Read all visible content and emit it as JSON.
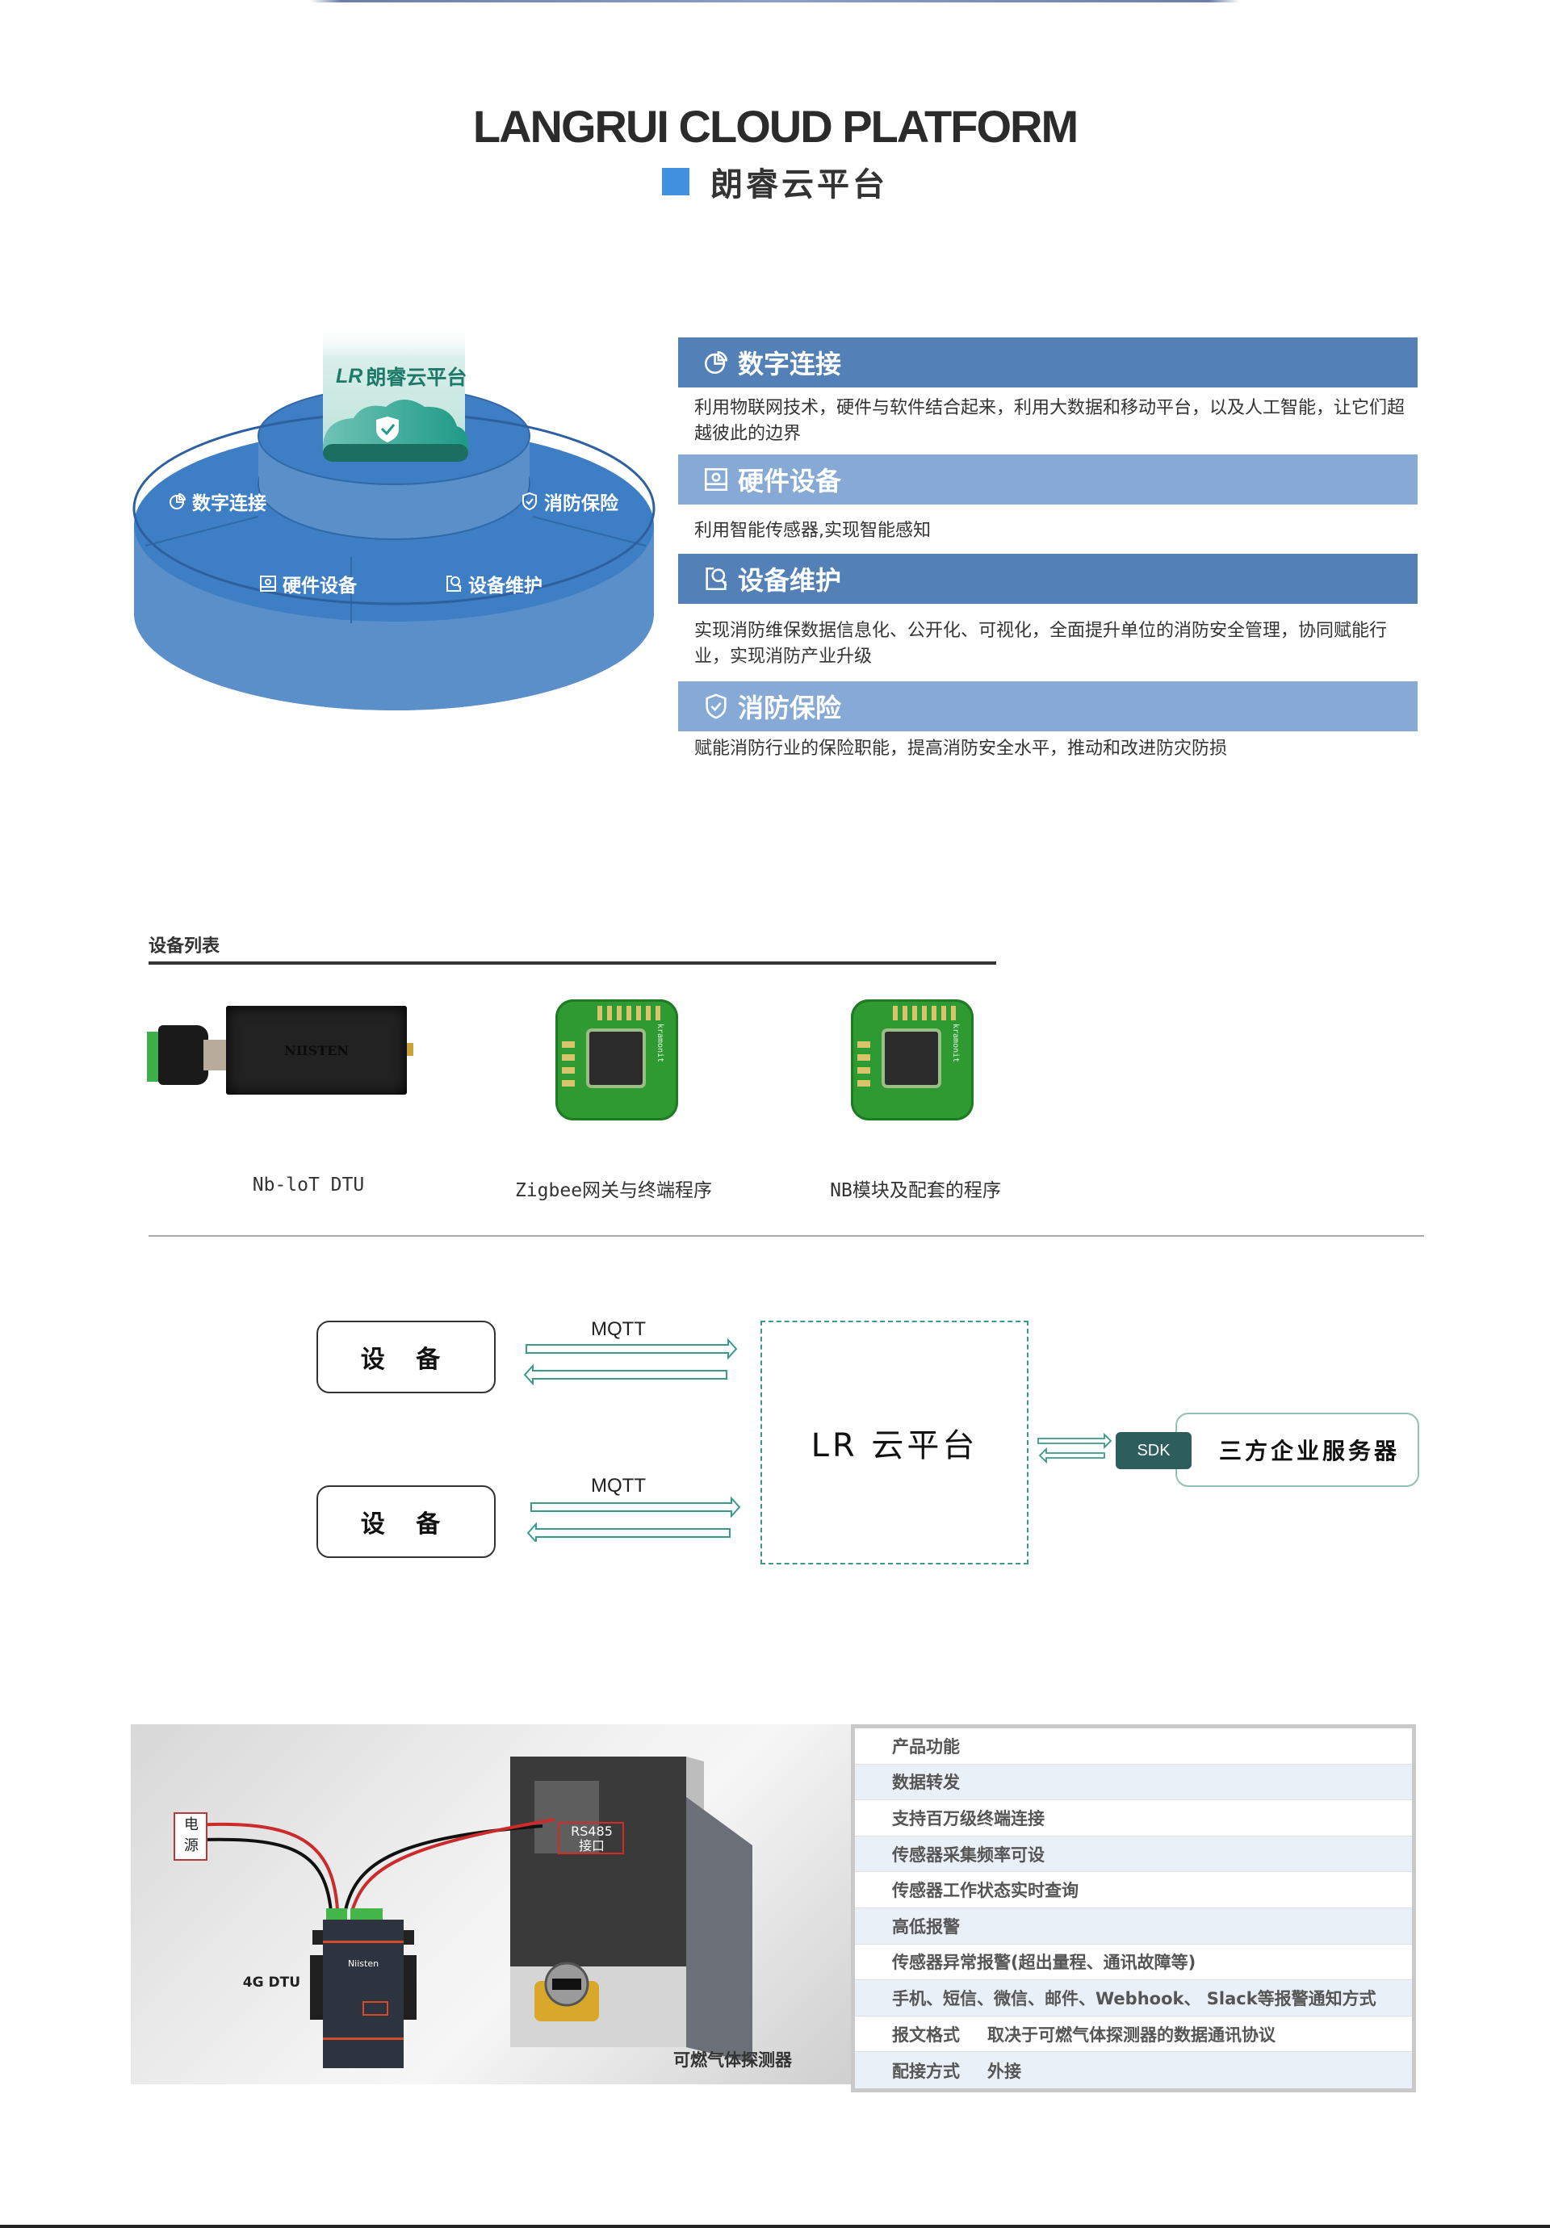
{
  "header": {
    "title_en": "LANGRUI CLOUD PLATFORM",
    "title_cn": "朗睿云平台"
  },
  "platform_graphic": {
    "brand_logo": "LR",
    "brand_name": "朗睿云平台",
    "segments": [
      {
        "label": "数字连接",
        "icon": "pie-chart-icon"
      },
      {
        "label": "消防保险",
        "icon": "shield-check-icon"
      },
      {
        "label": "硬件设备",
        "icon": "hardware-device-icon"
      },
      {
        "label": "设备维护",
        "icon": "maintenance-search-icon"
      }
    ]
  },
  "features": [
    {
      "title": "数字连接",
      "icon": "pie-chart-icon",
      "description": "利用物联网技术，硬件与软件结合起来，利用大数据和移动平台，以及人工智能，让它们超越彼此的边界"
    },
    {
      "title": "硬件设备",
      "icon": "hardware-device-icon",
      "description": "利用智能传感器,实现智能感知"
    },
    {
      "title": "设备维护",
      "icon": "maintenance-search-icon",
      "description": "实现消防维保数据信息化、公开化、可视化，全面提升单位的消防安全管理，协同赋能行业，实现消防产业升级"
    },
    {
      "title": "消防保险",
      "icon": "shield-check-icon",
      "description": "赋能消防行业的保险职能，提高消防安全水平，推动和改进防灾防损"
    }
  ],
  "device_list": {
    "heading": "设备列表",
    "items": [
      {
        "caption": "Nb-loT DTU",
        "brand": "NIISTEN"
      },
      {
        "caption": "Zigbee网关与终端程序",
        "brand": "kramonit"
      },
      {
        "caption": "NB模块及配套的程序",
        "brand": "kramonit"
      }
    ]
  },
  "architecture": {
    "device_label": "设 备",
    "protocol": "MQTT",
    "cloud_label": "LR 云平台",
    "sdk_label": "SDK",
    "third_party_label": "三方企业服务器"
  },
  "installation_photo": {
    "power_label": "电源",
    "interface_label_line1": "RS485",
    "interface_label_line2": "接口",
    "dtu_label": "4G DTU",
    "dtu_brand": "Niisten",
    "detector_label": "可燃气体探测器"
  },
  "spec_table": {
    "rows": [
      {
        "text": "产品功能"
      },
      {
        "text": "数据转发"
      },
      {
        "text": "支持百万级终端连接"
      },
      {
        "text": "传感器采集频率可设"
      },
      {
        "text": "传感器工作状态实时查询"
      },
      {
        "text": "高低报警"
      },
      {
        "text": "传感器异常报警(超出量程、通讯故障等)"
      },
      {
        "text": "手机、短信、微信、邮件、Webhook、 Slack等报警通知方式"
      },
      {
        "text": "报文格式",
        "value": "取决于可燃气体探测器的数据通讯协议"
      },
      {
        "text": "配接方式",
        "value": "外接"
      }
    ]
  },
  "colors": {
    "accent_blue": "#4291df",
    "bar_dark": "#5380b6",
    "bar_light": "#87a9d6",
    "teal": "#2d5d5d",
    "diagram_green": "#3a9a8a"
  }
}
